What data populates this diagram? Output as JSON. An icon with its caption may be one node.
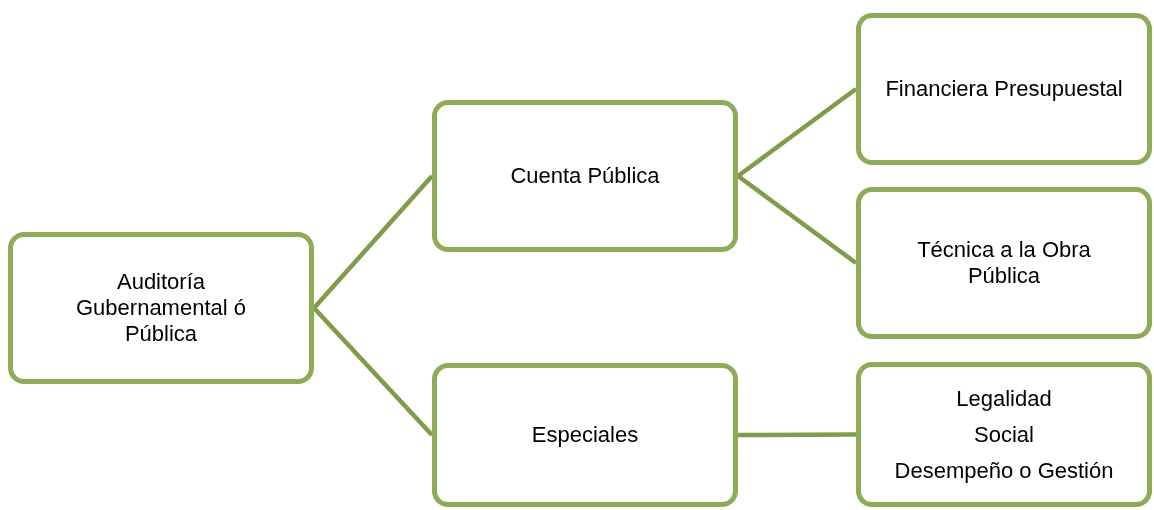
{
  "diagram": {
    "nodes": [
      {
        "text": [
          "Auditoría Gubernamental ó Pública"
        ]
      },
      {
        "text": [
          "Cuenta Pública"
        ]
      },
      {
        "text": [
          "Especiales"
        ]
      },
      {
        "text": [
          "Financiera Presupuestal"
        ]
      },
      {
        "text": [
          "Técnica a la Obra Pública"
        ]
      },
      {
        "text": [
          "Legalidad",
          "Social",
          "Desempeño o Gestión"
        ]
      }
    ],
    "edges": [
      {
        "from": 0,
        "to": 1,
        "arrow": "none"
      },
      {
        "from": 0,
        "to": 2,
        "arrow": "none"
      },
      {
        "from": 1,
        "to": 3,
        "arrow": "none"
      },
      {
        "from": 1,
        "to": 4,
        "arrow": "none"
      },
      {
        "from": 2,
        "to": 5,
        "arrow": "none"
      }
    ]
  }
}
